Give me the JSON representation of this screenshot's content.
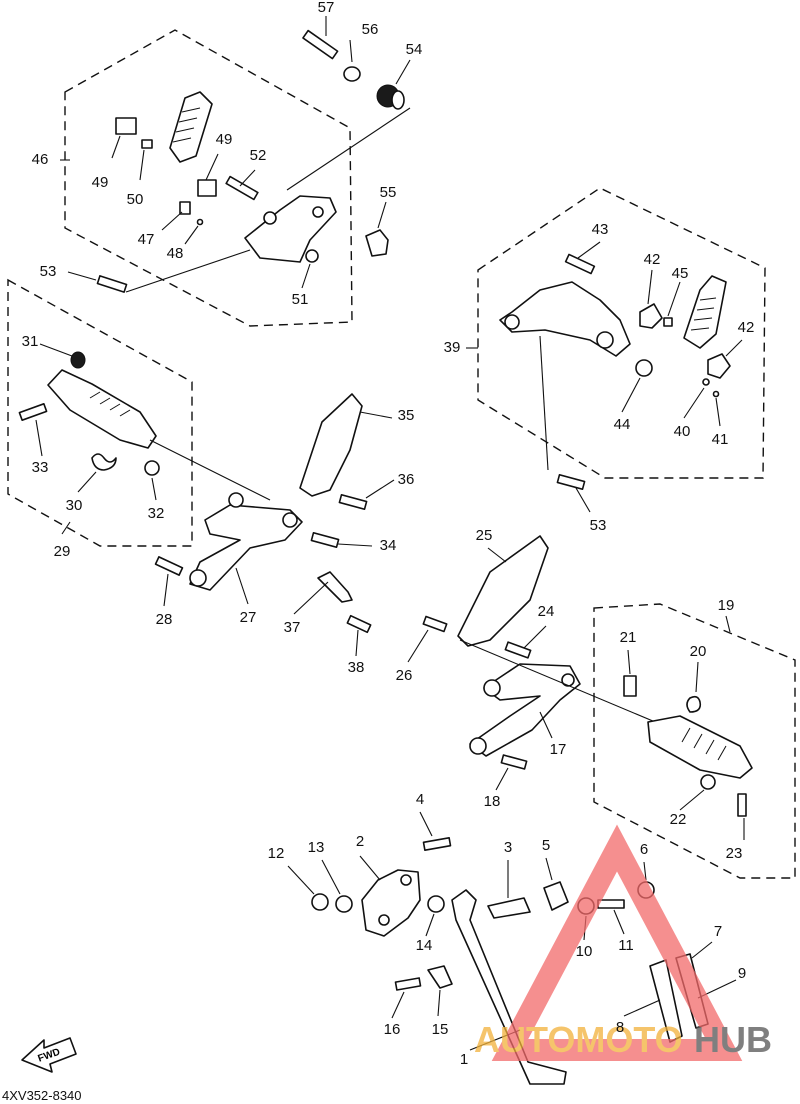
{
  "diagram": {
    "drawing_code": "4XV352-8340",
    "direction_label": "FWD",
    "watermark": {
      "brand_left": "AUTOMOTO",
      "brand_right": "HUB",
      "color_triangle": "#f26a6a",
      "color_text": "#f2b13a",
      "color_text_dark": "#555555"
    },
    "callouts": [
      "57",
      "56",
      "54",
      "46",
      "49",
      "50",
      "49",
      "52",
      "55",
      "47",
      "48",
      "53",
      "51",
      "43",
      "42",
      "45",
      "42",
      "39",
      "44",
      "40",
      "41",
      "53",
      "31",
      "35",
      "33",
      "30",
      "32",
      "36",
      "29",
      "34",
      "28",
      "27",
      "37",
      "38",
      "25",
      "24",
      "19",
      "26",
      "21",
      "20",
      "17",
      "18",
      "22",
      "23",
      "4",
      "12",
      "13",
      "2",
      "3",
      "5",
      "6",
      "7",
      "14",
      "10",
      "11",
      "9",
      "16",
      "15",
      "8",
      "1"
    ]
  }
}
